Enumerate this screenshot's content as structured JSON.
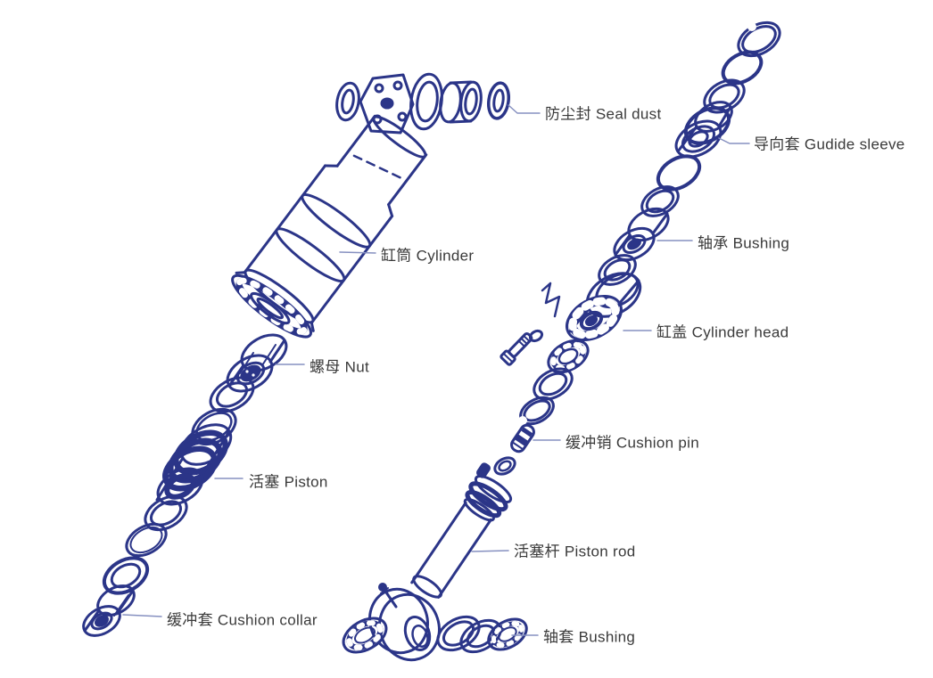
{
  "diagram": {
    "subject": "Hydraulic cylinder exploded view",
    "colors": {
      "drawing": "#2b3588",
      "label_text": "#3a3a3a",
      "leader_line": "#8690c0",
      "background": "#ffffff"
    },
    "labels": [
      {
        "zh": "防尘封",
        "en": "Seal dust",
        "text": "防尘封 Seal dust"
      },
      {
        "zh": "导向套",
        "en": "Gudide sleeve",
        "text": "导向套 Gudide sleeve"
      },
      {
        "zh": "轴承",
        "en": "Bushing",
        "text": "轴承 Bushing"
      },
      {
        "zh": "缸筒",
        "en": "Cylinder",
        "text": "缸筒 Cylinder"
      },
      {
        "zh": "缸盖",
        "en": "Cylinder head",
        "text": "缸盖 Cylinder head"
      },
      {
        "zh": "螺母",
        "en": "Nut",
        "text": "螺母 Nut"
      },
      {
        "zh": "缓冲销",
        "en": "Cushion pin",
        "text": "缓冲销 Cushion pin"
      },
      {
        "zh": "活塞",
        "en": "Piston",
        "text": "活塞 Piston"
      },
      {
        "zh": "活塞杆",
        "en": "Piston rod",
        "text": "活塞杆 Piston rod"
      },
      {
        "zh": "缓冲套",
        "en": "Cushion collar",
        "text": "缓冲套 Cushion collar"
      },
      {
        "zh": "轴套",
        "en": "Bushing",
        "text": "轴套 Bushing"
      }
    ]
  }
}
